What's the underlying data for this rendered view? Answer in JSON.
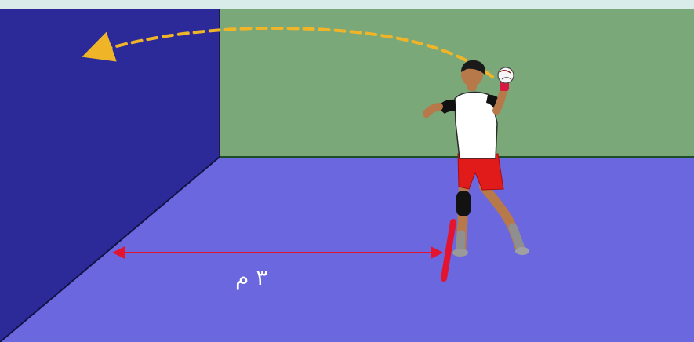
{
  "distance_label": "٣ م",
  "colors": {
    "background": "#ffffff",
    "top_band": "#d9ece9",
    "back_wall": "#7aa879",
    "side_wall": "#2b2a98",
    "floor": "#6b67df",
    "arc_path": "#f0b429",
    "distance_arrow": "#e3142f",
    "throw_line": "#e3142f",
    "shirt": "#ffffff",
    "sleeves": "#111111",
    "shorts": "#e11a1a",
    "skin": "#b7794a",
    "hair": "#1a1a1a",
    "knee_pad": "#121212",
    "ball": "#f6f6f6"
  },
  "icons": {
    "trajectory": "curved-dashed-arrow",
    "distance": "double-headed-arrow",
    "player": "handball-player-throwing",
    "ball": "handball-ball"
  }
}
